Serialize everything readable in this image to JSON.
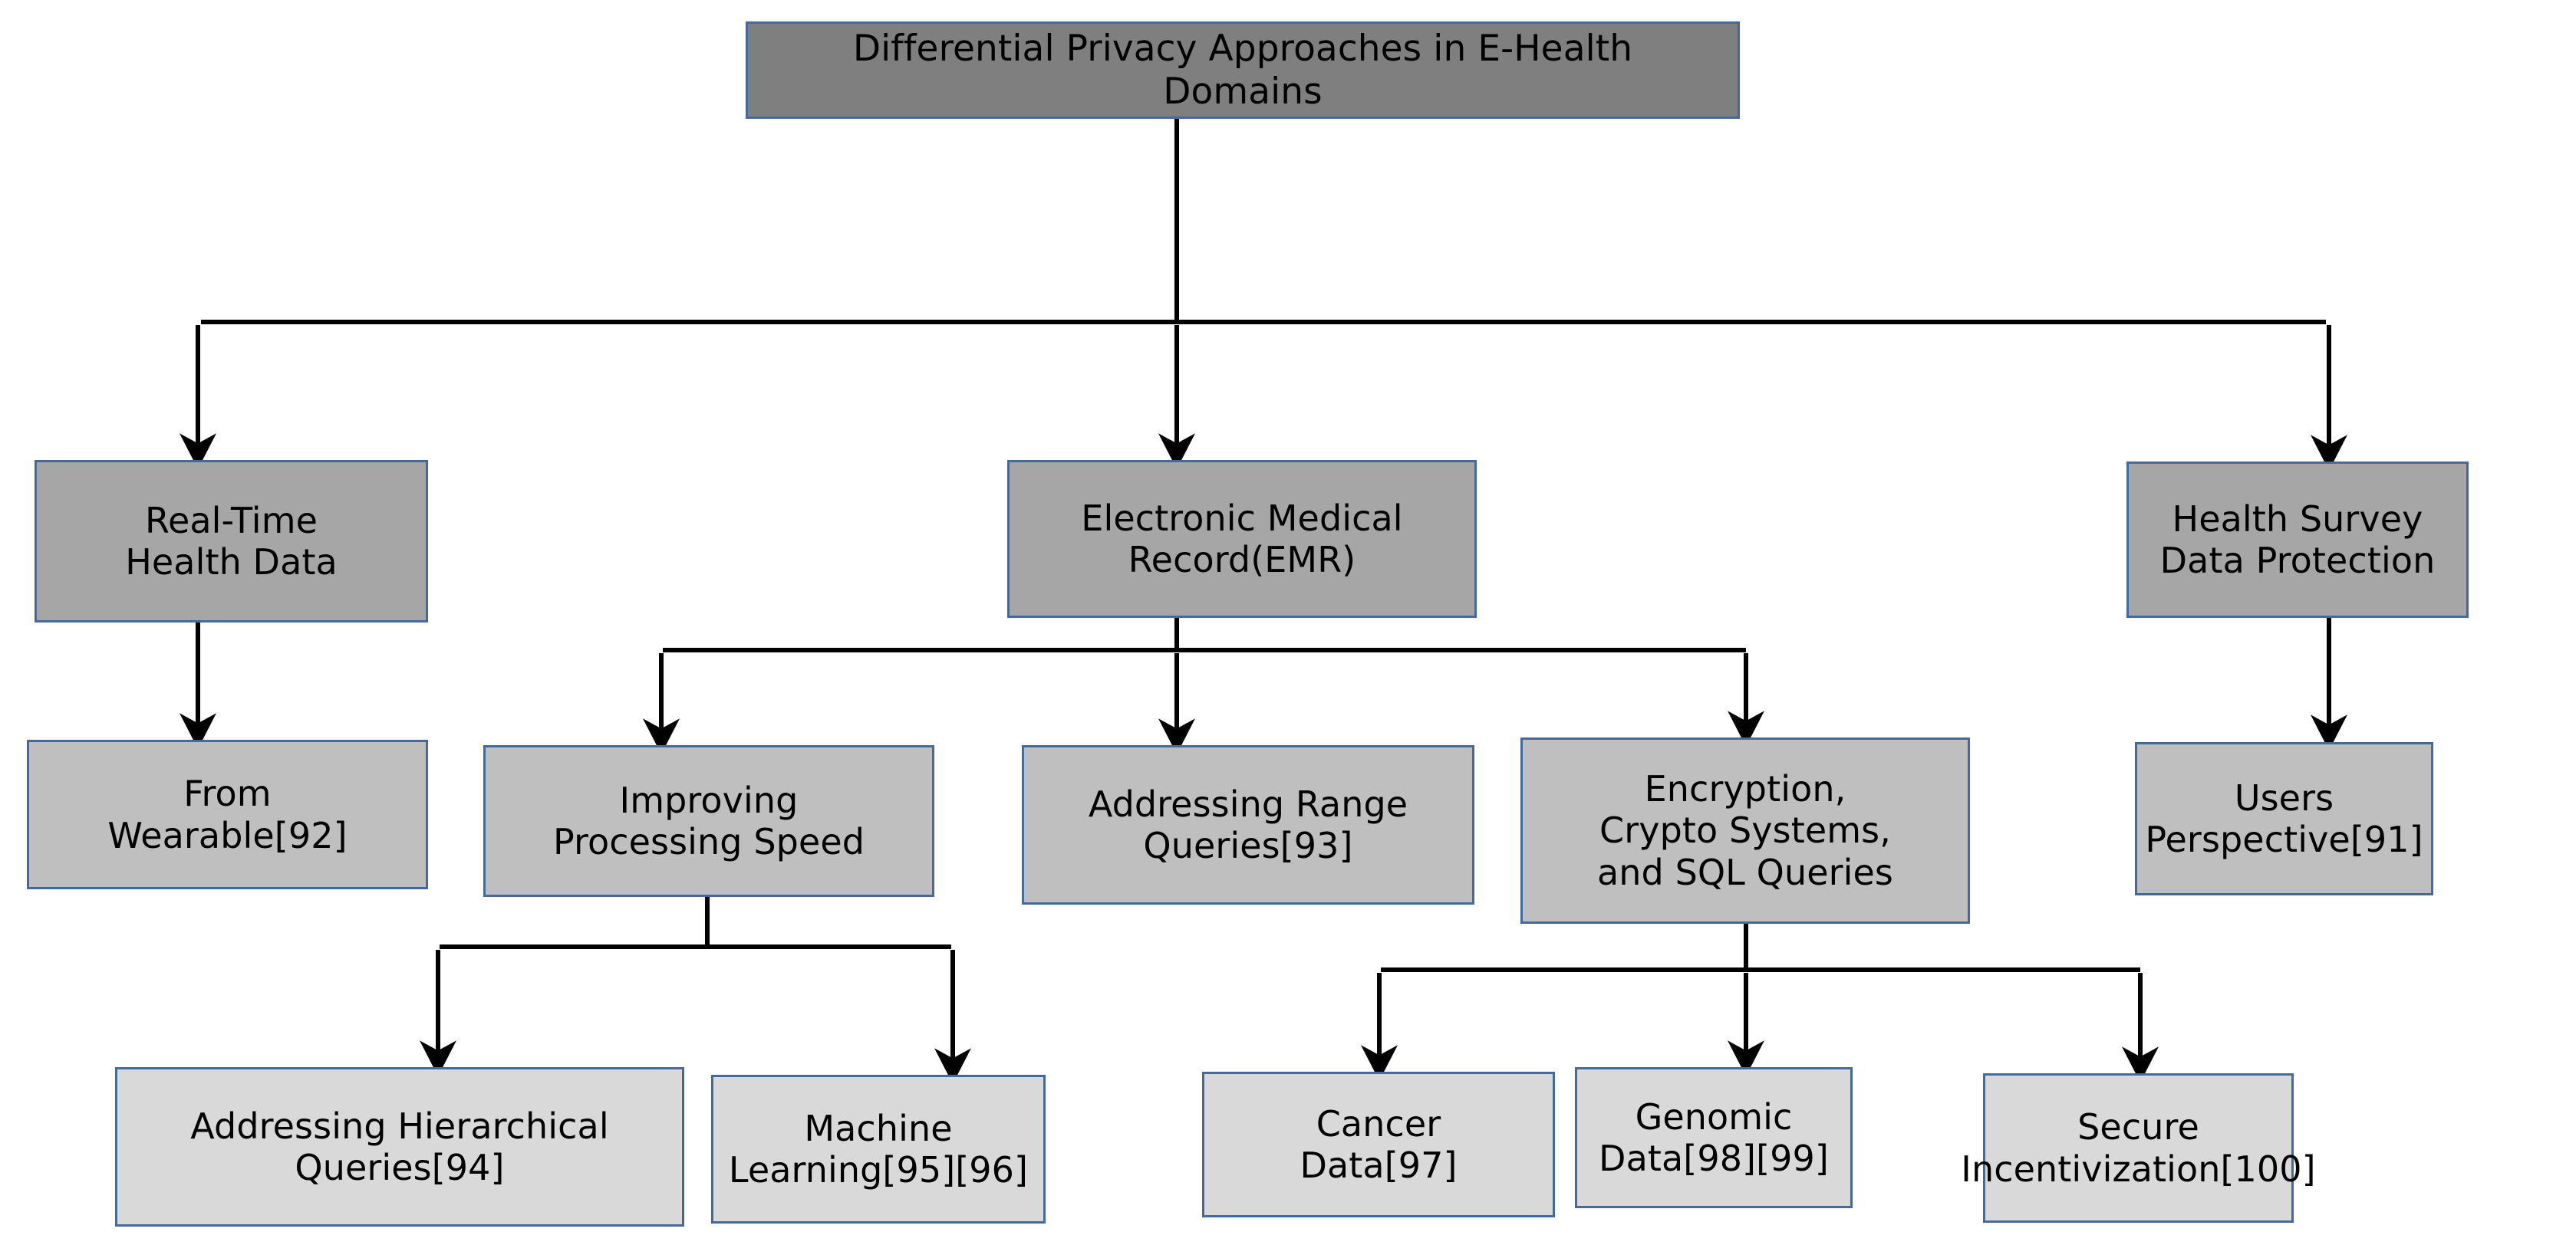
{
  "diagram": {
    "title": "Differential Privacy Approaches in E-Health Domains",
    "colors": {
      "border": "#44699d",
      "root_fill": "#7f7f7f",
      "level1_fill": "#a6a6a6",
      "level2_fill": "#bfbfbf",
      "level3_fill": "#d9d9d9",
      "edge": "#000000",
      "background": "#ffffff"
    },
    "nodes": {
      "root": "Differential Privacy Approaches in E-Health\nDomains",
      "realtime_health_data": "Real-Time\nHealth Data",
      "emr": "Electronic Medical\nRecord(EMR)",
      "health_survey": "Health Survey\nData Protection",
      "from_wearable": "From\nWearable[92]",
      "improving_processing_speed": "Improving\nProcessing Speed",
      "addressing_range_queries": "Addressing  Range\nQueries[93]",
      "encryption_crypto_sql": "Encryption,\nCrypto Systems,\nand SQL Queries",
      "users_perspective": "Users\nPerspective[91]",
      "addressing_hierarchical_queries": "Addressing Hierarchical\nQueries[94]",
      "machine_learning": "Machine\nLearning[95][96]",
      "cancer_data": "Cancer\nData[97]",
      "genomic_data": "Genomic\nData[98][99]",
      "secure_incentivization": "Secure\nIncentivization[100]"
    }
  }
}
